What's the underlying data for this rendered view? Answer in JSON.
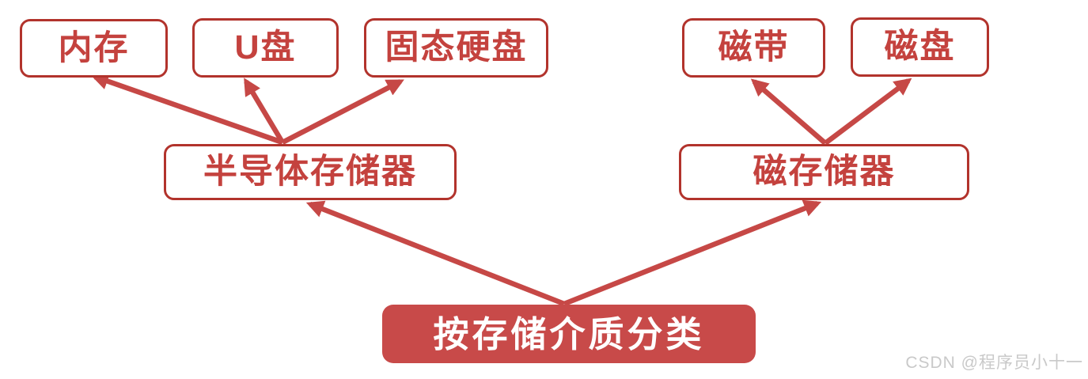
{
  "diagram": {
    "title_node": {
      "label": "按存储介质分类"
    },
    "level2": [
      {
        "id": "semiconductor",
        "label": "半导体存储器"
      },
      {
        "id": "magnetic",
        "label": "磁存储器"
      }
    ],
    "leaves": [
      {
        "id": "memory",
        "label": "内存",
        "parent": "semiconductor"
      },
      {
        "id": "usb-drive",
        "label": "U盘",
        "parent": "semiconductor"
      },
      {
        "id": "ssd",
        "label": "固态硬盘",
        "parent": "semiconductor"
      },
      {
        "id": "tape",
        "label": "磁带",
        "parent": "magnetic"
      },
      {
        "id": "disk",
        "label": "磁盘",
        "parent": "magnetic"
      }
    ]
  },
  "watermark": {
    "text": "CSDN @程序员小十一"
  },
  "colors": {
    "background": "#ffffff",
    "box_border": "#b2332c",
    "box_text": "#c4423e",
    "arrow": "#c64846",
    "root_fill": "#c84a49",
    "root_text": "#ffffff",
    "watermark_text": "#c9c9c9"
  }
}
